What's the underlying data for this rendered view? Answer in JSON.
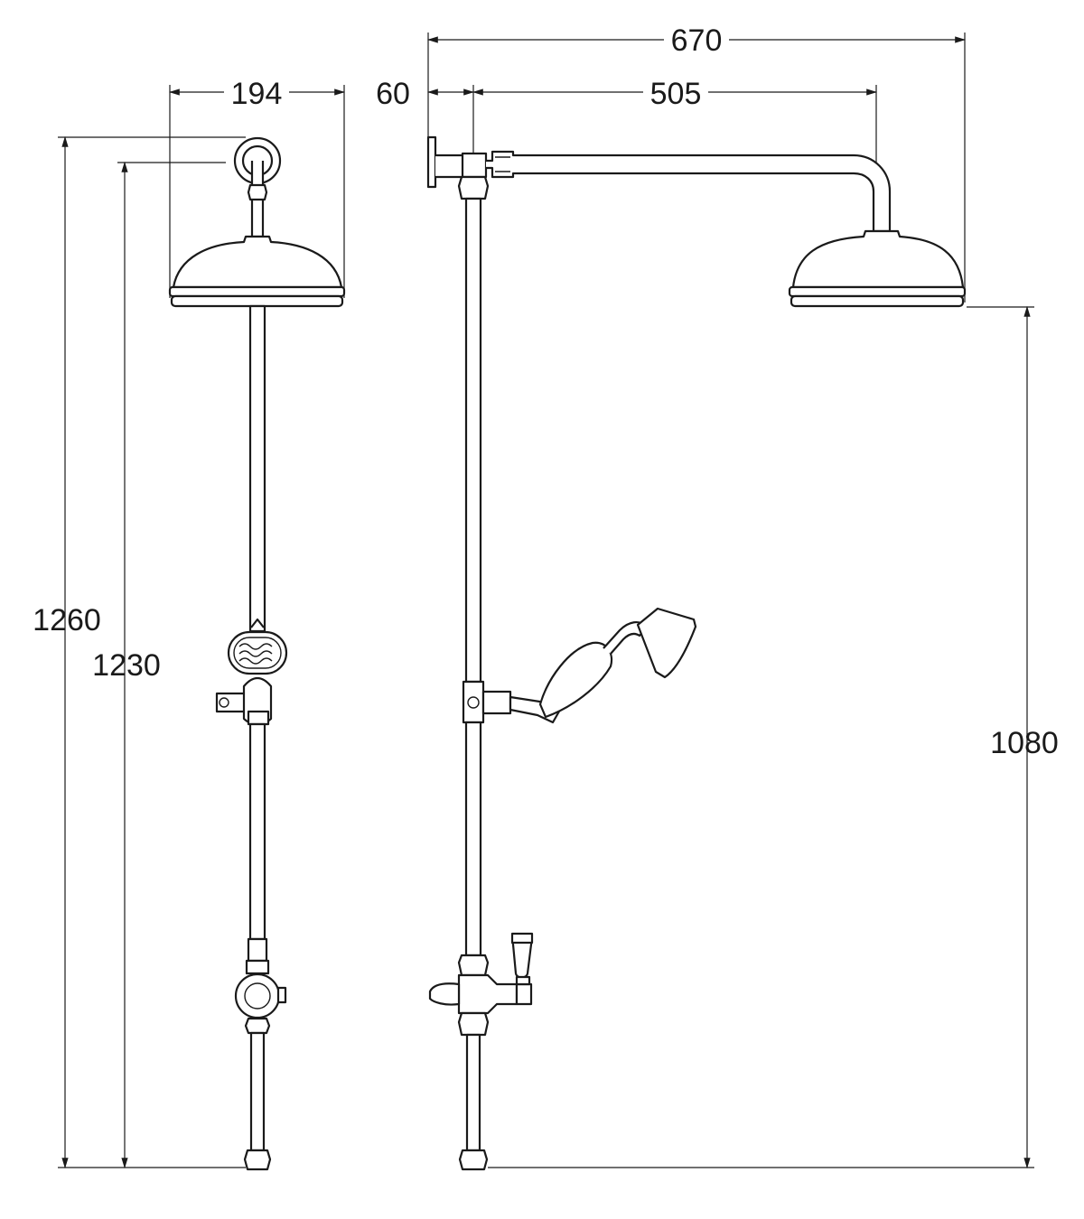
{
  "dimensions": {
    "overall_height": "1260",
    "bar_height": "1230",
    "head_diameter": "194",
    "wall_offset": "60",
    "arm_reach": "505",
    "overall_projection": "670",
    "head_clearance": "1080"
  },
  "colors": {
    "line": "#1a1a1a",
    "background": "#ffffff"
  }
}
